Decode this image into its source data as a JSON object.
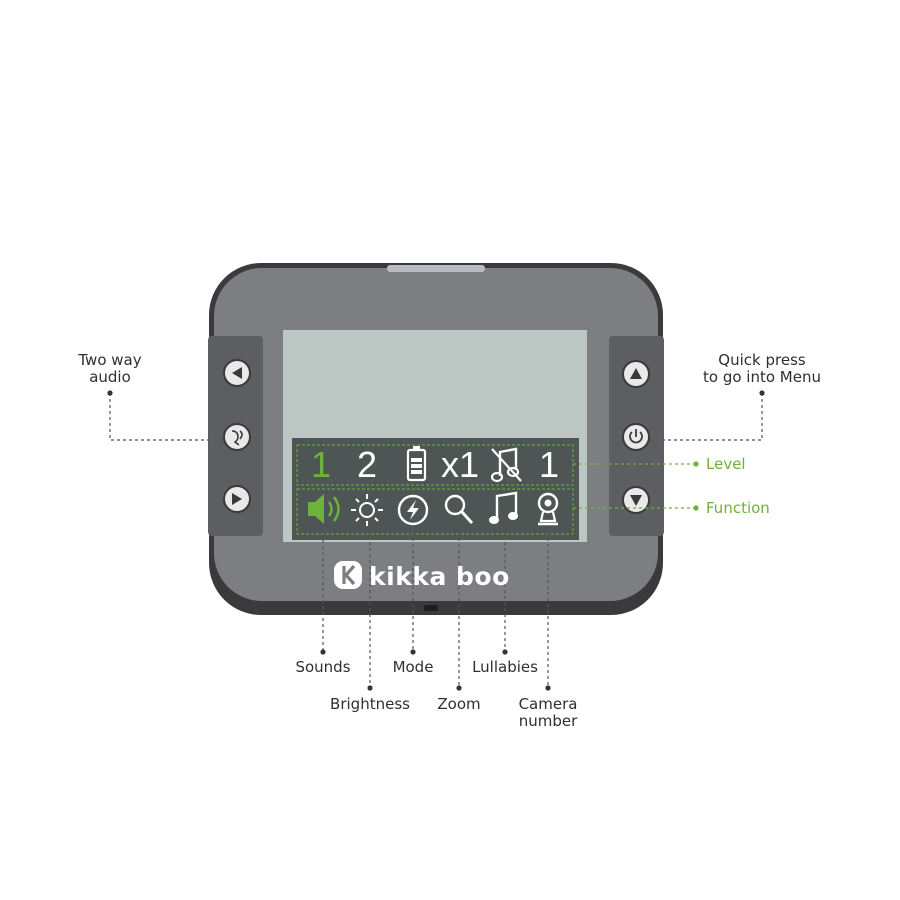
{
  "brand": {
    "name": "kikka boo"
  },
  "screen": {
    "levels": [
      "1",
      "2",
      "x1",
      "1"
    ],
    "functions": [
      "speaker-icon",
      "brightness-icon",
      "mode-bolt-icon",
      "zoom-icon",
      "music-note-icon",
      "camera-icon"
    ]
  },
  "labels": {
    "two_way_audio": [
      "Two way",
      "audio"
    ],
    "quick_press": [
      "Quick press",
      "to go into Menu"
    ],
    "level": "Level",
    "function": "Function",
    "sounds": "Sounds",
    "brightness": "Brightness",
    "mode": "Mode",
    "zoom": "Zoom",
    "lullabies": "Lullabies",
    "camera_number": [
      "Camera",
      "number"
    ]
  },
  "colors": {
    "accent_green": "#6fb23a",
    "body": "#7d7d80",
    "screen": "#bcc7c4",
    "status_bar": "#4d5655"
  }
}
